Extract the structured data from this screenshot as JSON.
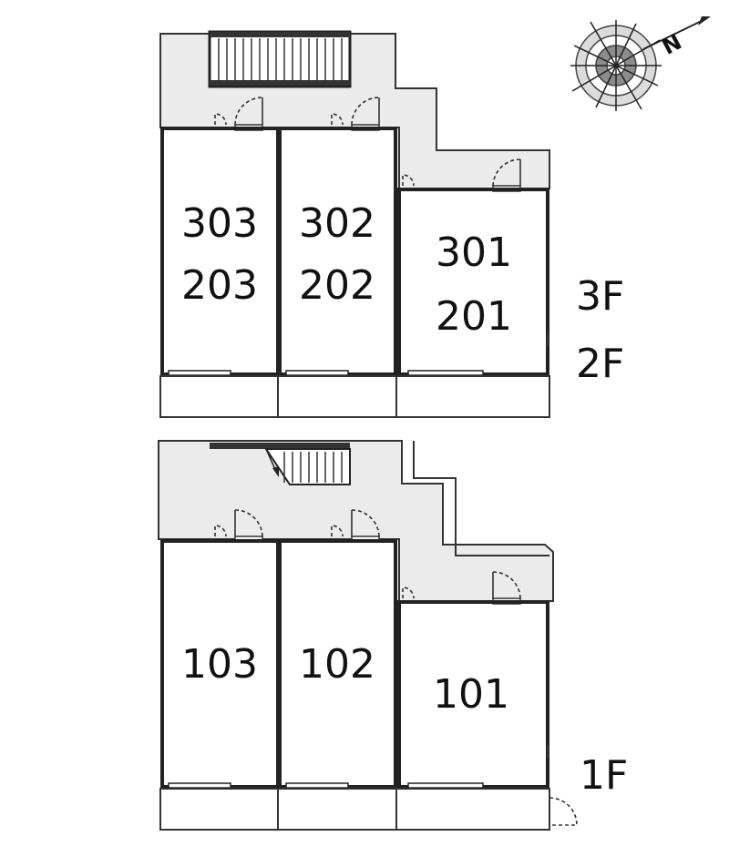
{
  "upper_floor": {
    "units": [
      {
        "top": "303",
        "bottom": "203"
      },
      {
        "top": "302",
        "bottom": "202"
      },
      {
        "top": "301",
        "bottom": "201"
      }
    ],
    "floor_labels": [
      "3F",
      "2F"
    ]
  },
  "ground_floor": {
    "units": [
      "103",
      "102",
      "101"
    ],
    "floor_label": "1F"
  },
  "compass": {
    "label": "N",
    "icon": "compass-icon"
  }
}
